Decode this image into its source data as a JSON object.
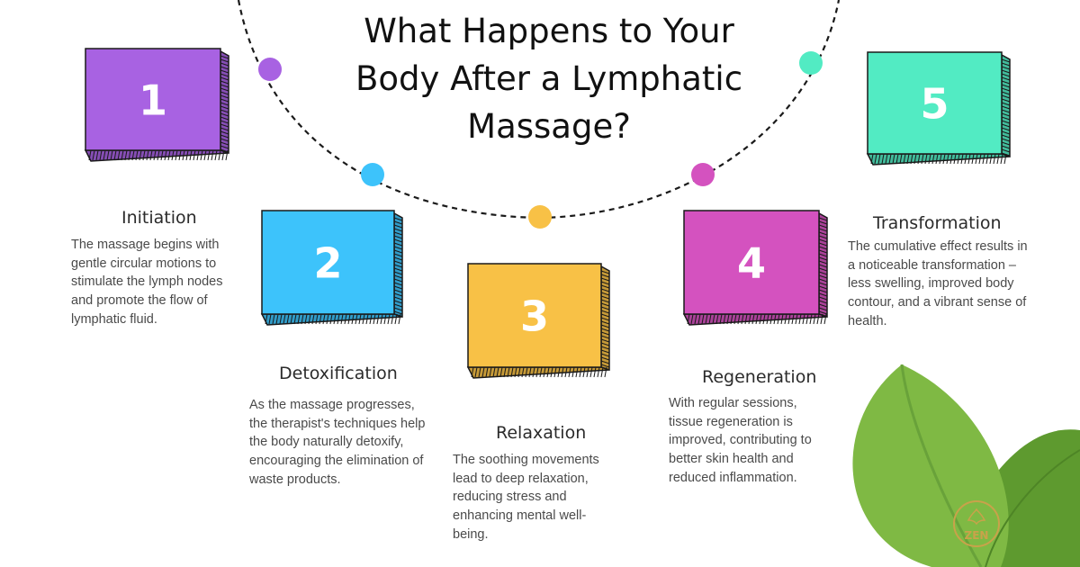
{
  "title": "What Happens to Your Body After a Lymphatic Massage?",
  "steps": [
    {
      "number": "1",
      "title": "Initiation",
      "description": "The massage begins with gentle circular motions to stimulate the lymph nodes and promote the flow of lymphatic fluid.",
      "color": "#A862E2"
    },
    {
      "number": "2",
      "title": "Detoxification",
      "description": "As the massage progresses, the therapist's techniques help the body naturally detoxify, encouraging the elimination of waste products.",
      "color": "#3DC3FB"
    },
    {
      "number": "3",
      "title": "Relaxation",
      "description": "The soothing movements lead to deep relaxation, reducing stress and enhancing mental well-being.",
      "color": "#F8C146"
    },
    {
      "number": "4",
      "title": "Regeneration",
      "description": "With regular sessions, tissue regeneration is improved, contributing to better skin health and reduced inflammation.",
      "color": "#D452BF"
    },
    {
      "number": "5",
      "title": "Transformation",
      "description": "The cumulative effect results in a noticeable transformation – less swelling, improved body contour, and a vibrant sense of health.",
      "color": "#52EBC3"
    }
  ],
  "arc_dot_colors": [
    "#A862E2",
    "#3DC3FB",
    "#F8C146",
    "#D452BF",
    "#52EBC3"
  ],
  "leaf_colors": [
    "#7FB944",
    "#5E9A2F"
  ],
  "logo": {
    "text": "ZEN",
    "icon": "lotus-icon",
    "color": "#C9A24A"
  }
}
